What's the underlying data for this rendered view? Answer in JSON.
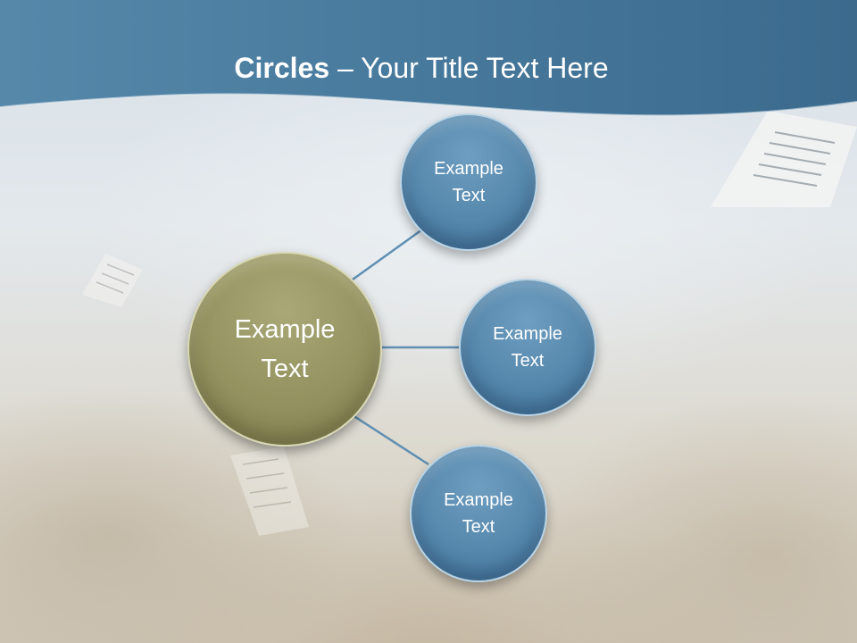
{
  "title": {
    "bold": "Circles",
    "rest": " – Your Title Text Here"
  },
  "diagram": {
    "center": {
      "line1": "Example",
      "line2": "Text",
      "color": "#94925f"
    },
    "nodes": [
      {
        "line1": "Example",
        "line2": "Text",
        "color": "#5688ad"
      },
      {
        "line1": "Example",
        "line2": "Text",
        "color": "#5688ad"
      },
      {
        "line1": "Example",
        "line2": "Text",
        "color": "#5688ad"
      }
    ],
    "connector_color": "#5f8fb3"
  },
  "theme": {
    "header_color": "#4a7a9c",
    "accent": "#5688ad"
  }
}
